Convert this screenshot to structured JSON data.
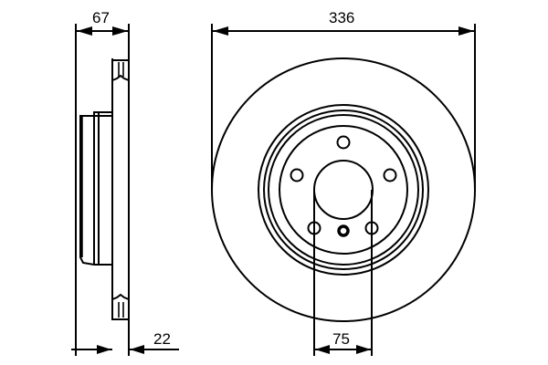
{
  "drawing": {
    "title": "Brake disc technical drawing",
    "side_view": {
      "dimensions": {
        "overall_height_label": "67",
        "disc_thickness_label": "22"
      }
    },
    "front_view": {
      "dimensions": {
        "diameter_label": "336",
        "center_bore_label": "75"
      },
      "bolt_holes": 5,
      "center_hole": 1
    },
    "colors": {
      "line": "#000000",
      "background": "#ffffff"
    }
  }
}
